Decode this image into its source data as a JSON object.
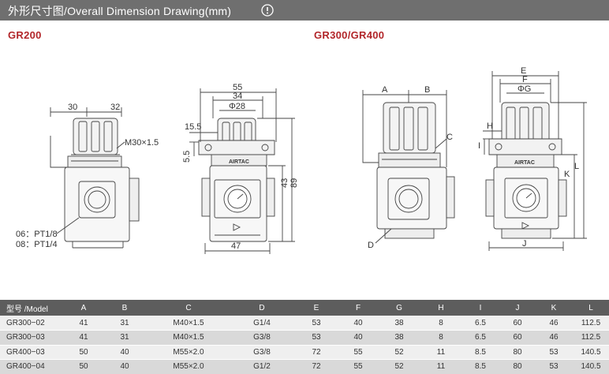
{
  "header": {
    "title": "外形尺寸图/Overall Dimension Drawing(mm)",
    "icon": "info-scroll-icon"
  },
  "sections": {
    "left_title": "GR200",
    "right_title": "GR300/GR400"
  },
  "gr200": {
    "dims_side": [
      "30",
      "32"
    ],
    "thread_label": "M30×1.5",
    "port_notes": [
      "06：PT1/8",
      "08：PT1/4"
    ],
    "dims_front": [
      "55",
      "34",
      "Φ28",
      "15.5",
      "5.5",
      "43",
      "89",
      "47"
    ],
    "brand": "AIRTAC"
  },
  "gr300": {
    "side_letters": [
      "A",
      "B",
      "C",
      "D"
    ],
    "front_letters": [
      "E",
      "F",
      "ΦG",
      "H",
      "I",
      "K",
      "L",
      "J"
    ],
    "brand": "AIRTAC"
  },
  "table": {
    "headers": [
      "型号 /Model",
      "A",
      "B",
      "C",
      "D",
      "E",
      "F",
      "G",
      "H",
      "I",
      "J",
      "K",
      "L"
    ],
    "rows": [
      [
        "GR300−02",
        "41",
        "31",
        "M40×1.5",
        "G1/4",
        "53",
        "40",
        "38",
        "8",
        "6.5",
        "60",
        "46",
        "112.5"
      ],
      [
        "GR300−03",
        "41",
        "31",
        "M40×1.5",
        "G3/8",
        "53",
        "40",
        "38",
        "8",
        "6.5",
        "60",
        "46",
        "112.5"
      ],
      [
        "GR400−03",
        "50",
        "40",
        "M55×2.0",
        "G3/8",
        "72",
        "55",
        "52",
        "11",
        "8.5",
        "80",
        "53",
        "140.5"
      ],
      [
        "GR400−04",
        "50",
        "40",
        "M55×2.0",
        "G1/2",
        "72",
        "55",
        "52",
        "11",
        "8.5",
        "80",
        "53",
        "140.5"
      ]
    ]
  }
}
